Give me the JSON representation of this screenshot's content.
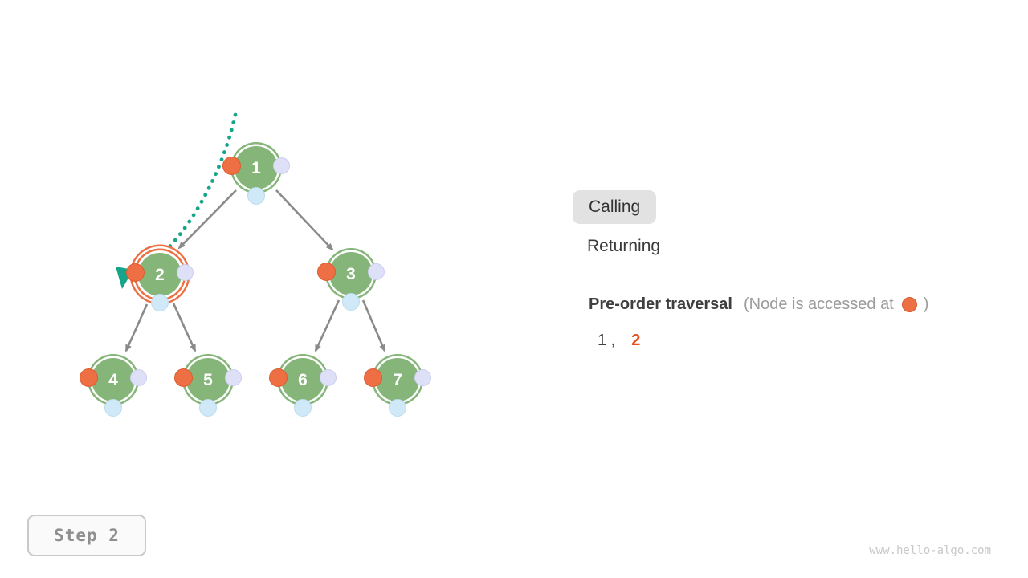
{
  "tree": {
    "nodes": [
      {
        "label": "1",
        "state": "default"
      },
      {
        "label": "2",
        "state": "current-calling"
      },
      {
        "label": "3",
        "state": "default"
      },
      {
        "label": "4",
        "state": "default"
      },
      {
        "label": "5",
        "state": "default"
      },
      {
        "label": "6",
        "state": "default"
      },
      {
        "label": "7",
        "state": "default"
      }
    ],
    "edges": [
      [
        "1",
        "2"
      ],
      [
        "1",
        "3"
      ],
      [
        "2",
        "4"
      ],
      [
        "2",
        "5"
      ],
      [
        "3",
        "6"
      ],
      [
        "3",
        "7"
      ]
    ],
    "call_pointer": {
      "type": "dotted-curve-arrow",
      "target_node": "2"
    }
  },
  "legend": {
    "calling_label": "Calling",
    "returning_label": "Returning",
    "active_state": "Calling"
  },
  "traversal": {
    "title": "Pre-order traversal",
    "note_prefix": "(Node is accessed at",
    "note_suffix": ")",
    "visited_text": "1 ,",
    "current_text": "2",
    "sequence": [
      "1",
      "2"
    ]
  },
  "step": {
    "label": "Step 2"
  },
  "watermark": {
    "text": "www.hello-algo.com"
  },
  "colors": {
    "node_green": "#85B578",
    "access_dot_orange": "#ED6F43",
    "current_ring_orange": "#ED6F43",
    "right_dot_lavender": "#DEE0F7",
    "bottom_dot_blue": "#CFE9F8",
    "pointer_teal": "#17A589",
    "edge_gray": "#8A8A8A",
    "sequence_current_orange": "#E4501E",
    "legend_active_bg": "#E2E2E2"
  }
}
